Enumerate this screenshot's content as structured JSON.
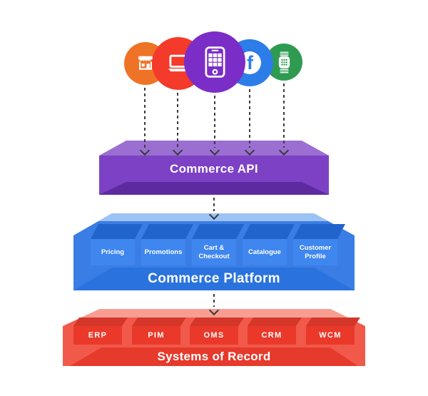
{
  "channels": [
    {
      "icon": "storefront-icon",
      "color": "#ee7327"
    },
    {
      "icon": "laptop-icon",
      "color": "#f43a2a"
    },
    {
      "icon": "smartphone-icon",
      "color": "#7a2dc7"
    },
    {
      "icon": "facebook-icon",
      "color": "#2d7de9",
      "glyph": "f"
    },
    {
      "icon": "smartwatch-icon",
      "color": "#2f9b51"
    }
  ],
  "layers": {
    "api": {
      "title": "Commerce API",
      "colors": {
        "top": "#9b6fd2",
        "front": "#7d41c5",
        "bottom": "#5e2b9f"
      }
    },
    "platform": {
      "title": "Commerce Platform",
      "colors": {
        "back": "#9dc3f5",
        "body": "#3a7de5",
        "band": "#2a73de",
        "box_top": "#2164cc",
        "box_front": "#3f86ef"
      },
      "modules": [
        {
          "label": "Pricing"
        },
        {
          "label": "Promotions"
        },
        {
          "label": "Cart &\nCheckout"
        },
        {
          "label": "Catalogue"
        },
        {
          "label": "Customer\nProfile"
        }
      ]
    },
    "systems": {
      "title": "Systems of Record",
      "colors": {
        "back": "#f89d92",
        "body": "#f1594a",
        "band": "#e63a2c",
        "box_top": "#d4372a",
        "box_front": "#ea392b"
      },
      "modules": [
        {
          "label": "ERP"
        },
        {
          "label": "PIM"
        },
        {
          "label": "OMS"
        },
        {
          "label": "CRM"
        },
        {
          "label": "WCM"
        }
      ]
    }
  }
}
